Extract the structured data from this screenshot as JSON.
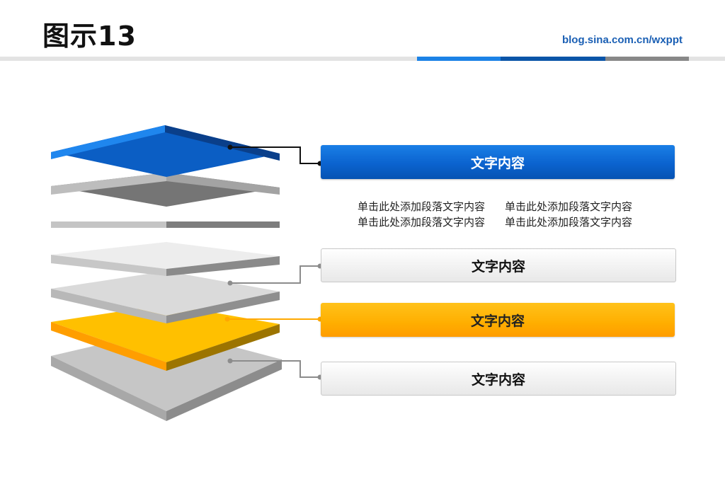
{
  "header": {
    "title": "图示13",
    "site": "blog.sina.com.cn/wxppt"
  },
  "labels": [
    {
      "text": "文字内容",
      "style": "blue"
    },
    {
      "text": "文字内容",
      "style": "white"
    },
    {
      "text": "文字内容",
      "style": "orange"
    },
    {
      "text": "文字内容",
      "style": "white"
    }
  ],
  "paragraph": {
    "lines": [
      [
        "单击此处添加段落文字内容",
        "单击此处添加段落文字内容"
      ],
      [
        "单击此处添加段落文字内容",
        "单击此处添加段落文字内容"
      ]
    ]
  },
  "colors": {
    "blue": "#0b63cf",
    "orange": "#ffb400",
    "gray": "#c8c8c8",
    "site_text": "#1a5fb4"
  }
}
